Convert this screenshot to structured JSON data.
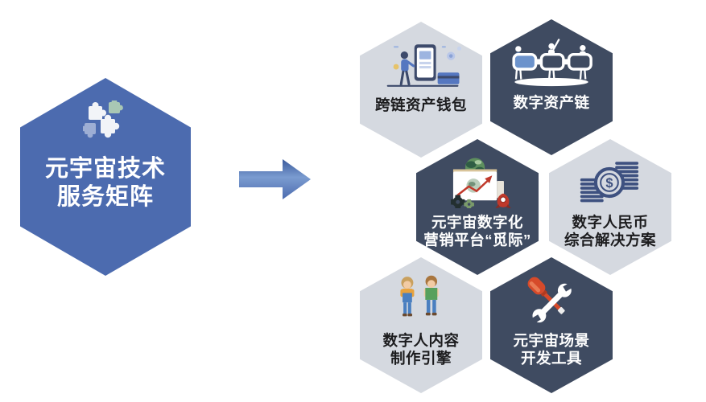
{
  "diagram": {
    "title_hexagon": {
      "label_line1": "元宇宙技术",
      "label_line2": "服务矩阵",
      "icon": "puzzle-pieces-icon"
    },
    "arrow": {
      "direction": "right"
    },
    "items": [
      {
        "label_line1": "跨链资产钱包",
        "label_line2": "",
        "variant": "light",
        "icon": "crosschain-wallet-illustration"
      },
      {
        "label_line1": "数字资产链",
        "label_line2": "",
        "variant": "dark",
        "icon": "digital-asset-chain-illustration"
      },
      {
        "label_line1": "元宇宙数字化",
        "label_line2": "营销平台“觅际”",
        "variant": "dark",
        "icon": "marketing-platform-illustration"
      },
      {
        "label_line1": "数字人民币",
        "label_line2": "综合解决方案",
        "variant": "light",
        "icon": "digital-currency-coins-icon"
      },
      {
        "label_line1": "数字人内容",
        "label_line2": "制作引擎",
        "variant": "light",
        "icon": "digital-human-avatars-icon"
      },
      {
        "label_line1": "元宇宙场景",
        "label_line2": "开发工具",
        "variant": "dark",
        "icon": "dev-tools-icon"
      }
    ],
    "colors": {
      "primary_blue": "#4c6baf",
      "dark_navy": "#3f4b61",
      "light_gray": "#d5d9e0",
      "arrow_blue_dark": "#3a5a9c",
      "arrow_blue_light": "#7b9cd0",
      "text_on_dark": "#ffffff",
      "text_on_light": "#1c1c1e",
      "accent_red": "#c0392b",
      "accent_green": "#5e8f5e",
      "accent_yellow": "#e6c36a"
    }
  }
}
